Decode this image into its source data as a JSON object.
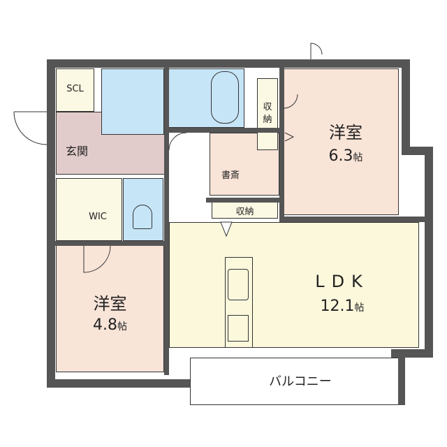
{
  "floor_plan": {
    "rooms": [
      {
        "id": "scl",
        "label": "SCL"
      },
      {
        "id": "genkan",
        "label": "玄関"
      },
      {
        "id": "wic",
        "label": "WIC"
      },
      {
        "id": "bedroom1",
        "label": "洋室",
        "size": "6.3",
        "unit": "帖"
      },
      {
        "id": "bedroom2",
        "label": "洋室",
        "size": "4.8",
        "unit": "帖"
      },
      {
        "id": "ldk",
        "label": "LDK",
        "size": "12.1",
        "unit": "帖"
      },
      {
        "id": "study",
        "label": "書斎"
      },
      {
        "id": "storage1",
        "label": "収\n納"
      },
      {
        "id": "storage2",
        "label": "収納"
      },
      {
        "id": "balcony",
        "label": "バルコニー"
      }
    ],
    "colors": {
      "wall": "#555555",
      "bedroom": "#f9e4d8",
      "ldk": "#fbf8dc",
      "wet": "#c6e5f7",
      "entry": "#e2cccb",
      "storage": "#fbf8e3"
    }
  }
}
